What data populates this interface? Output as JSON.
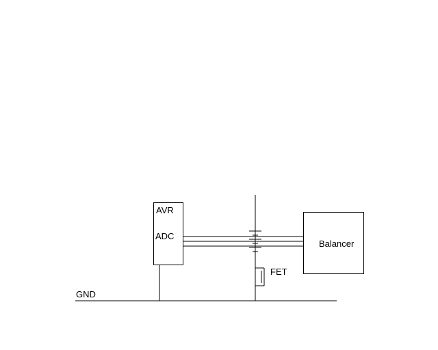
{
  "diagram": {
    "background": "#ffffff",
    "line_color": "#000000",
    "components": {
      "avr_box": {
        "label_top": "AVR",
        "label_bottom": "ADC"
      },
      "balancer_box": {
        "label": "Balancer"
      },
      "fet": {
        "label": "FET"
      },
      "ground": {
        "label": "GND"
      },
      "battery": {
        "cells": 3,
        "sense_wires": 3
      }
    }
  }
}
